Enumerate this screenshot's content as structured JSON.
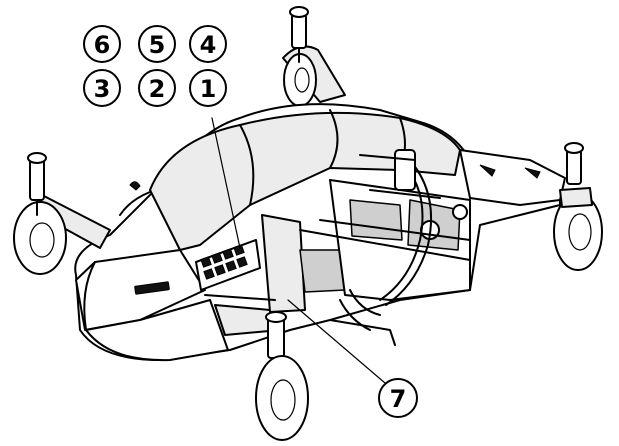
{
  "callouts": [
    {
      "id": "callout-6",
      "label": "6"
    },
    {
      "id": "callout-5",
      "label": "5"
    },
    {
      "id": "callout-4",
      "label": "4"
    },
    {
      "id": "callout-3",
      "label": "3"
    },
    {
      "id": "callout-2",
      "label": "2"
    },
    {
      "id": "callout-1",
      "label": "1"
    },
    {
      "id": "callout-7",
      "label": "7"
    }
  ]
}
